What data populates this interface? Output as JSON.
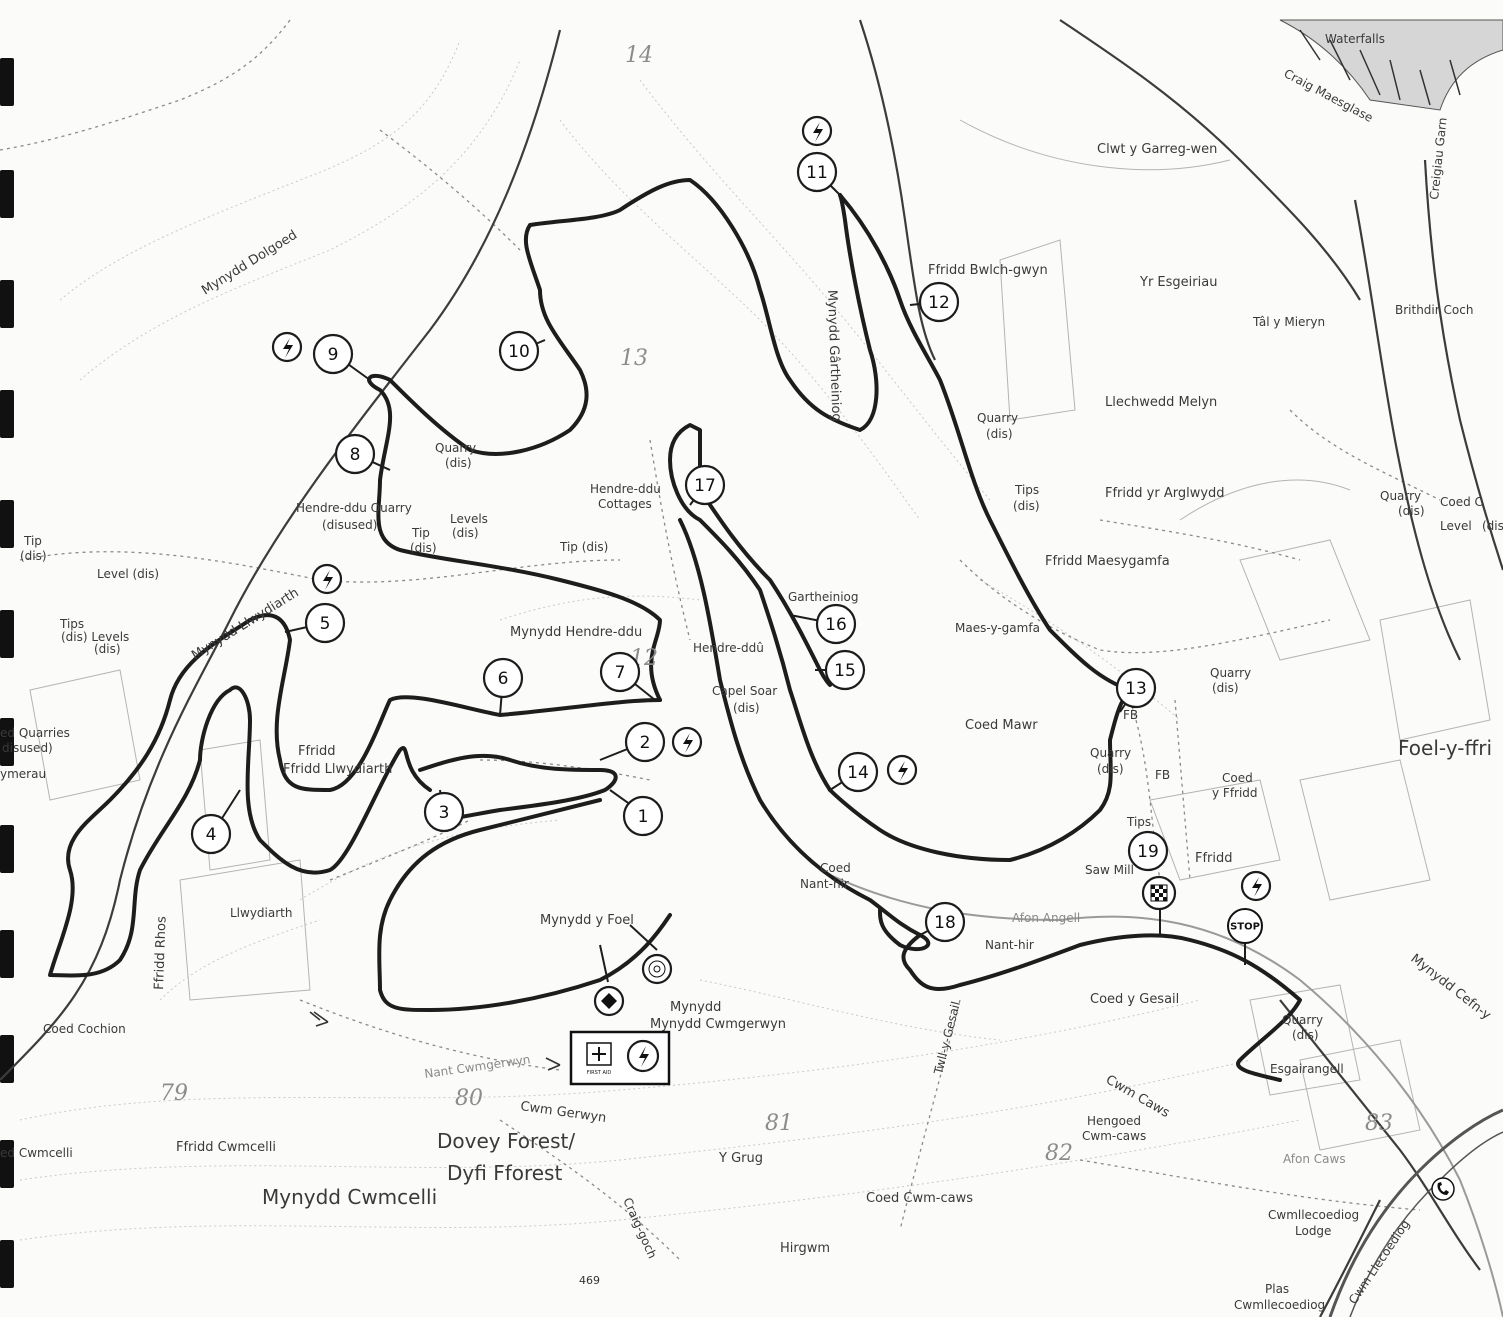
{
  "page_number": "469",
  "grid_numbers": [
    "14",
    "13",
    "79",
    "80",
    "81",
    "82",
    "12",
    "83"
  ],
  "checkpoints": [
    "1",
    "2",
    "3",
    "4",
    "5",
    "6",
    "7",
    "8",
    "9",
    "10",
    "11",
    "12",
    "13",
    "14",
    "15",
    "16",
    "17",
    "18",
    "19"
  ],
  "symbols": {
    "stop_label": "STOP",
    "lightning_icon": "lightning-bolt-icon",
    "finish_icon": "checkered-flag-icon",
    "start_icon": "start-flag-icon",
    "first_aid_icon": "first-aid-icon",
    "target_icon": "target-icon",
    "phone_icon": "telephone-icon",
    "first_aid_caption": "FIRST AID"
  },
  "labels": {
    "mynydd_dolgoed": "Mynydd Dolgoed",
    "mynydd_llwydiarth": "Mynydd Llwydiarth",
    "mynydd_gartheiniog": "Mynydd Gârtheiniog",
    "mynydd_hendre_ddu": "Mynydd Hendre-ddu",
    "mynydd_y_foel": "Mynydd y Foel",
    "mynydd_cwmgerwyn": "Mynydd Cwmgerwyn",
    "mynydd_cwmcelli": "Mynydd Cwmcelli",
    "mynydd_cefn": "Mynydd Cefn-y",
    "ffridd_bwlch_gwyn": "Ffridd Bwlch-gwyn",
    "ffridd_llwydiarth": "Ffridd Llwydiarth",
    "ffridd_rhos": "Ffridd Rhos",
    "ffridd_cwmcelli": "Ffridd Cwmcelli",
    "ffridd_yr_arglwydd": "Ffridd yr Arglwydd",
    "ffridd_maesygamfa": "Ffridd Maesygamfa",
    "ffridd_right": "Ffridd",
    "clwt_y_garreg_wen": "Clwt y Garreg-wen",
    "yr_esgeiriau": "Yr Esgeiriau",
    "tal_y_mieryn": "Tâl y Mieryn",
    "brithdir_coch": "Brithdir Coch",
    "llechwedd_melyn": "Llechwedd Melyn",
    "craig_maesglase": "Craig Maesglase",
    "waterfalls": "Waterfalls",
    "creigiau_garn": "Creigiau Garn",
    "hendre_ddu_quarry": "Hendre-ddu Quarry",
    "disused": "(disused)",
    "hendre_ddu_cottages_1": "Hendre-ddu",
    "hendre_ddu_cottages_2": "Cottages",
    "gartheiniog": "Gartheiniog",
    "hendre_ddu": "Hendre-ddû",
    "capel_soar": "Capel Soar",
    "dis": "(dis)",
    "maes_y_gamfa": "Maes-y-gamfa",
    "coed_mawr": "Coed Mawr",
    "coed_y_ffridd_1": "Coed",
    "coed_y_ffridd_2": "y Ffridd",
    "foel_y_ffridd": "Foel-y-ffri",
    "coed_nant_hir_1": "Coed",
    "coed_nant_hir_2": "Nant-hir",
    "afon_angell": "Afon Angell",
    "nant_hir": "Nant-hir",
    "saw_mill": "Saw Mill",
    "coed_y_gesail": "Coed y Gesail",
    "twll_y_gesail": "Twll-y-Gesail",
    "esgairangell": "Esgairangell",
    "cwm_caws": "Cwm Caws",
    "hengoed_1": "Hengoed",
    "hengoed_2": "Cwm-caws",
    "afon_caws": "Afon Caws",
    "coed_cwm_caws": "Coed Cwm-caws",
    "hirgwm": "Hirgwm",
    "y_grug": "Y Grug",
    "craig_goch": "Craig-goch",
    "cwm_gerwyn": "Cwm Gerwyn",
    "nant_cwmgerwyn": "Nant Cwmgerwyn",
    "dovey_forest": "Dovey Forest/",
    "dyfi_fforest": "Dyfi Fforest",
    "coed_cochion": "Coed Cochion",
    "ffridd_cwmcelli_left": "Ffridd Cwmcelli",
    "llwydiarth": "Llwydiarth",
    "cwmllecoediog_lodge_1": "Cwmllecoediog",
    "cwmllecoediog_lodge_2": "Lodge",
    "cwm_llecoediog": "Cwm Llecoediog",
    "plas_1": "Plas",
    "plas_2": "Cwmllecoediog",
    "quarry": "Quarry",
    "tips": "Tips",
    "tip": "Tip",
    "tip_dis": "Tip (dis)",
    "level_dis": "Level (dis)",
    "levels": "Levels",
    "level": "Level",
    "fb": "FB",
    "coed_c": "Coed C",
    "quarries_1": "ed Quarries",
    "quarries_2": "disused)",
    "ymerau": "ymerau",
    "ed_cwmcelli": "ed Cwmcelli",
    "tips_dis_levels": "Tips",
    "dis_levels": "(dis) Levels",
    "dis_paren": "(dis)"
  }
}
